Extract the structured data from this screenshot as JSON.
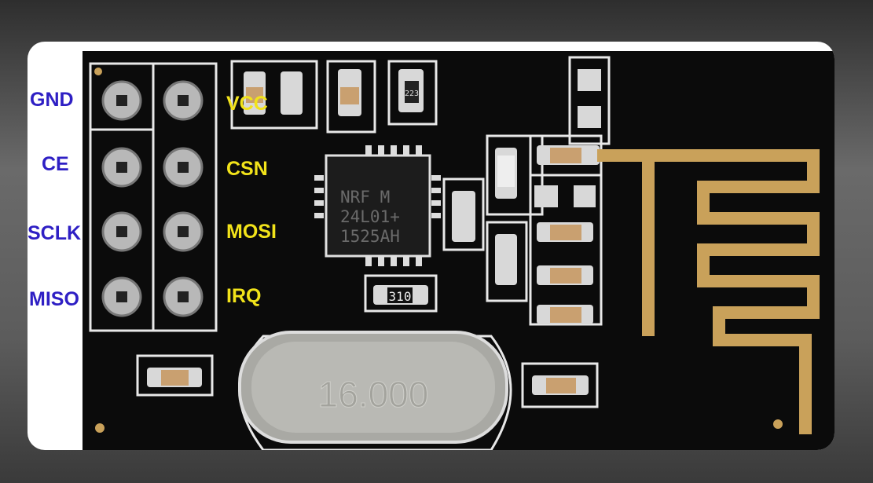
{
  "module": {
    "chip_marking": [
      "NRF M",
      "24L01+",
      "1525AH"
    ],
    "crystal_marking": "16.000",
    "resistor_markings": [
      "223",
      "310"
    ]
  },
  "pins": {
    "left": [
      "GND",
      "CE",
      "SCLK",
      "MISO"
    ],
    "right": [
      "VCC",
      "CSN",
      "MOSI",
      "IRQ"
    ]
  },
  "colors": {
    "left_label": "#2e1fc4",
    "right_label": "#f2e31a",
    "pcb": "#0b0b0b",
    "antenna": "#c9a15a"
  }
}
